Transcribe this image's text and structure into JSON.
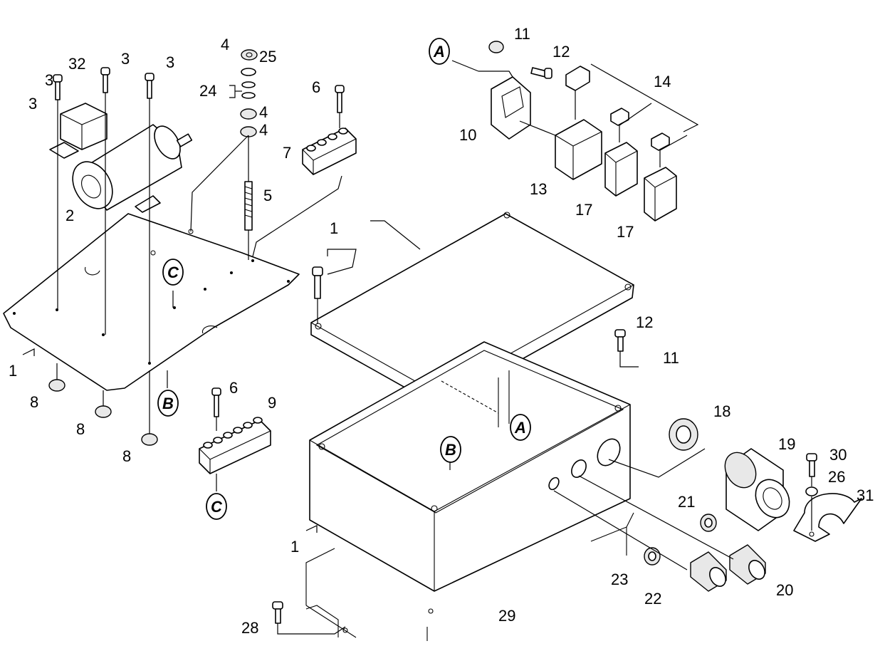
{
  "callouts": [
    {
      "text": "1"
    },
    {
      "text": "1"
    },
    {
      "text": "1"
    },
    {
      "text": "2"
    },
    {
      "text": "3"
    },
    {
      "text": "3"
    },
    {
      "text": "3"
    },
    {
      "text": "3"
    },
    {
      "text": "4"
    },
    {
      "text": "4"
    },
    {
      "text": "4"
    },
    {
      "text": "5"
    },
    {
      "text": "6"
    },
    {
      "text": "6"
    },
    {
      "text": "7"
    },
    {
      "text": "8"
    },
    {
      "text": "8"
    },
    {
      "text": "8"
    },
    {
      "text": "9"
    },
    {
      "text": "10"
    },
    {
      "text": "11"
    },
    {
      "text": "11"
    },
    {
      "text": "12"
    },
    {
      "text": "12"
    },
    {
      "text": "13"
    },
    {
      "text": "14"
    },
    {
      "text": "17"
    },
    {
      "text": "17"
    },
    {
      "text": "18"
    },
    {
      "text": "19"
    },
    {
      "text": "20"
    },
    {
      "text": "21"
    },
    {
      "text": "22"
    },
    {
      "text": "23"
    },
    {
      "text": "24"
    },
    {
      "text": "25"
    },
    {
      "text": "26"
    },
    {
      "text": "28"
    },
    {
      "text": "29"
    },
    {
      "text": "30"
    },
    {
      "text": "31"
    },
    {
      "text": "32"
    }
  ],
  "reference_marks": [
    {
      "text": "A"
    },
    {
      "text": "A"
    },
    {
      "text": "B"
    },
    {
      "text": "B"
    },
    {
      "text": "C"
    },
    {
      "text": "C"
    }
  ]
}
